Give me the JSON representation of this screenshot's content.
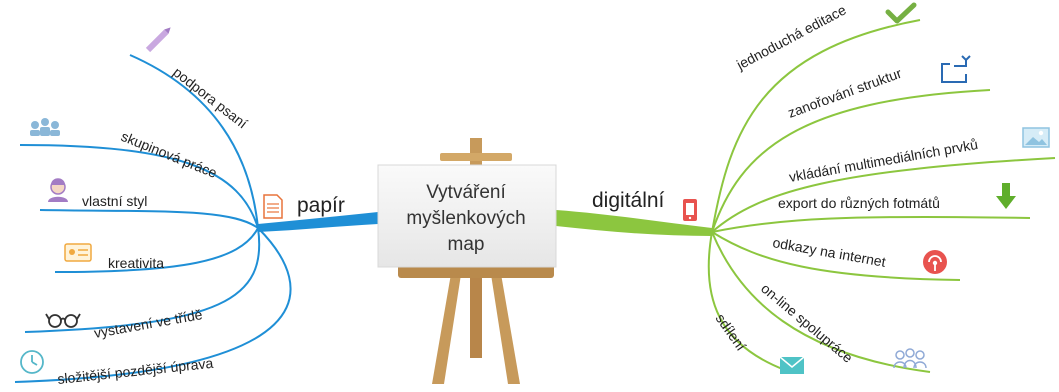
{
  "center": {
    "lines": [
      "Vytváření",
      "myšlenkových",
      "map"
    ]
  },
  "left_hub": {
    "label": "papír",
    "color": "#1f8fd6",
    "icon": "document-icon",
    "branches": [
      {
        "label": "podpora psaní",
        "icon": "pencil-icon"
      },
      {
        "label": "skupinová práce",
        "icon": "group-icon"
      },
      {
        "label": "vlastní styl",
        "icon": "person-icon"
      },
      {
        "label": "kreativita",
        "icon": "card-icon"
      },
      {
        "label": "vystavení ve třídě",
        "icon": "glasses-icon"
      },
      {
        "label": "složitější pozdější úprava",
        "icon": "clock-icon"
      }
    ]
  },
  "right_hub": {
    "label": "digitální",
    "color": "#8cc63f",
    "icon": "tablet-icon",
    "branches": [
      {
        "label": "jednoduchá editace",
        "icon": "check-icon"
      },
      {
        "label": "zanořování struktur",
        "icon": "nesting-icon"
      },
      {
        "label": "vkládání multimediálních prvků",
        "icon": "image-icon"
      },
      {
        "label": "export do různých fotmátů",
        "icon": "download-icon"
      },
      {
        "label": "odkazy na internet",
        "icon": "broadcast-icon"
      },
      {
        "label": "on-line spolupráce",
        "icon": "people-icon"
      },
      {
        "label": "sdílení",
        "icon": "mail-icon"
      }
    ]
  }
}
